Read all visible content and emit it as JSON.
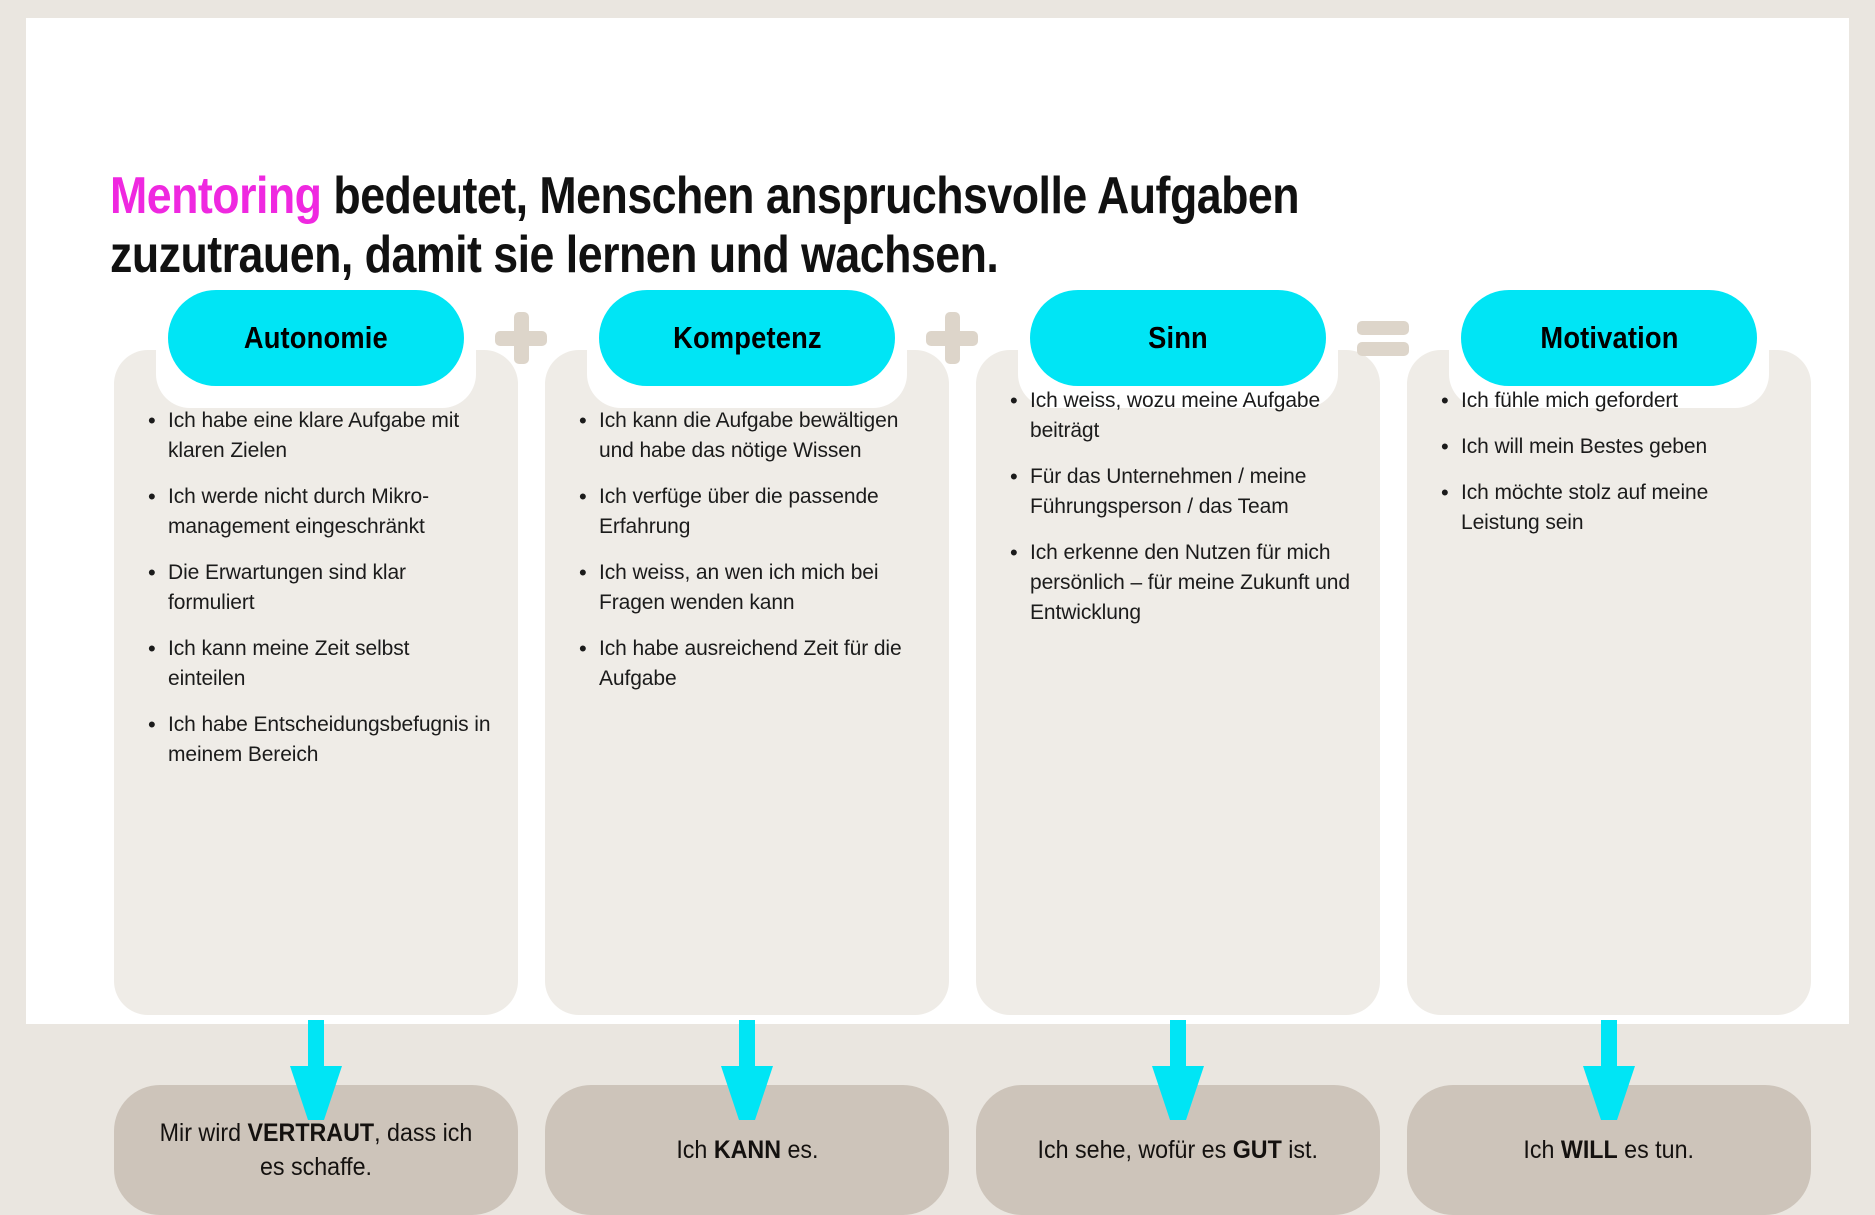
{
  "headline": {
    "accent_word": "Mentoring",
    "rest": " bedeutet, Menschen anspruchsvolle Aufgaben\nzuzutrauen, damit sie lernen und wachsen."
  },
  "colors": {
    "accent_pink": "#ef28e0",
    "pill_cyan": "#00e5f5",
    "card_beige": "#efece7",
    "footer_tan": "#cdc4ba",
    "operator_gray": "#ddd5ca",
    "page_bg": "#eae6e0"
  },
  "operators": [
    {
      "name": "plus",
      "symbol": "+"
    },
    {
      "name": "plus",
      "symbol": "+"
    },
    {
      "name": "equals",
      "symbol": "="
    }
  ],
  "columns": [
    {
      "title": "Autonomie",
      "bullets": [
        "Ich habe eine klare Aufgabe mit klaren Zielen",
        "Ich werde nicht durch Mikro-management eingeschränkt",
        "Die Erwartungen sind klar formuliert",
        "Ich kann meine Zeit selbst einteilen",
        "Ich habe Entscheidungsbefugnis in meinem Bereich"
      ],
      "footer_prefix": "Mir wird ",
      "footer_strong": "VERTRAUT",
      "footer_suffix": ", dass ich es schaffe."
    },
    {
      "title": "Kompetenz",
      "bullets": [
        "Ich kann die Aufgabe bewältigen und habe das nötige Wissen",
        "Ich verfüge über die passende Erfahrung",
        "Ich weiss, an wen ich mich bei Fragen wenden kann",
        "Ich habe ausreichend Zeit für die Aufgabe"
      ],
      "footer_prefix": "Ich ",
      "footer_strong": "KANN",
      "footer_suffix": " es."
    },
    {
      "title": "Sinn",
      "bullets": [
        "Ich weiss, wozu meine Aufgabe beiträgt",
        "Für das Unternehmen / meine Führungsperson / das Team",
        "Ich erkenne den Nutzen für mich persönlich – für meine Zukunft und Entwicklung"
      ],
      "footer_prefix": "Ich sehe, wofür es ",
      "footer_strong": "GUT",
      "footer_suffix": " ist."
    },
    {
      "title": "Motivation",
      "bullets": [
        "Ich fühle mich gefordert",
        "Ich will mein Bestes geben",
        "Ich möchte stolz auf meine Leistung sein"
      ],
      "footer_prefix": "Ich ",
      "footer_strong": "WILL",
      "footer_suffix": " es tun."
    }
  ]
}
